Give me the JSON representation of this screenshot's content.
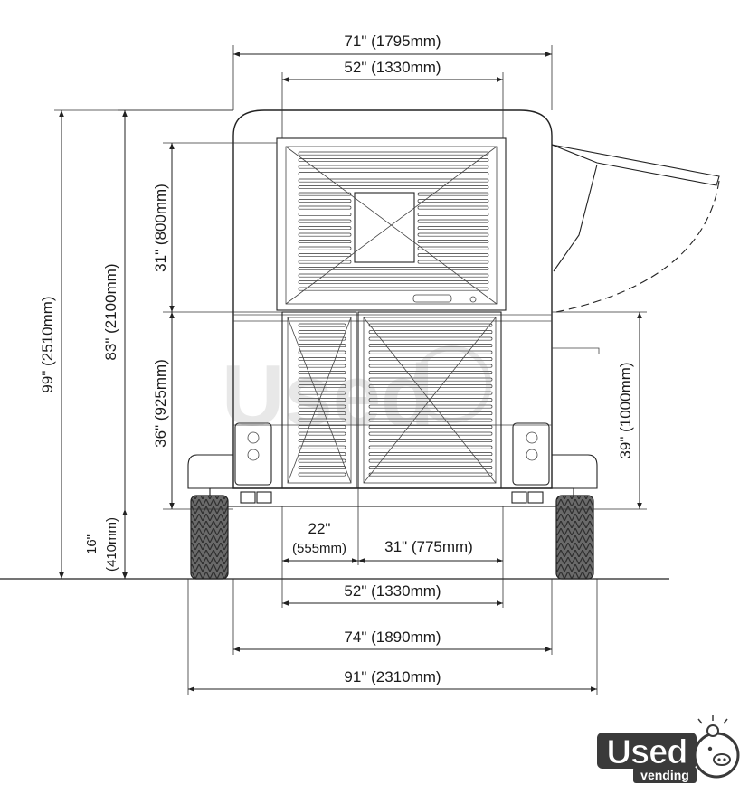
{
  "dimensions": {
    "top_overall_width": "71\" (1795mm)",
    "top_inner_width": "52\" (1330mm)",
    "overall_height": "99\" (2510mm)",
    "body_height": "83\" (2100mm)",
    "window_height": "31\" (800mm)",
    "door_height": "36\" (925mm)",
    "serving_height": "39\" (1000mm)",
    "ground_clearance_in": "16\"",
    "ground_clearance_mm": "(410mm)",
    "left_door_in": "22\"",
    "left_door_mm": "(555mm)",
    "right_door": "31\" (775mm)",
    "bottom_inner_width": "52\" (1330mm)",
    "bottom_body_width": "74\" (1890mm)",
    "bottom_overall_width": "91\" (2310mm)"
  },
  "logo": {
    "word": "Used",
    "sub": "vending"
  },
  "colors": {
    "line": "#222222",
    "tire": "#555555",
    "logo_dark": "#3a3a3a"
  }
}
